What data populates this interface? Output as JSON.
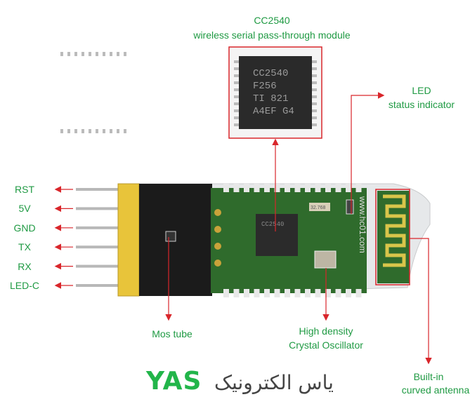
{
  "chip": {
    "title": "CC2540",
    "subtitle": "wireless serial pass-through module",
    "marking": [
      "CC2540",
      "F256",
      "TI 821",
      "A4EF G4"
    ]
  },
  "led": {
    "line1": "LED",
    "line2": "status indicator"
  },
  "pins": [
    "RST",
    "5V",
    "GND",
    "TX",
    "RX",
    "LED-C"
  ],
  "mos": {
    "label": "Mos tube"
  },
  "crystal": {
    "line1": "High density",
    "line2": "Crystal Oscillator",
    "marking": "32.768"
  },
  "antenna": {
    "line1": "Built-in",
    "line2": "curved antenna"
  },
  "board_url": "www.hc01.com",
  "logo": {
    "latin": "YAS",
    "persian": "یاس الکترونیک"
  },
  "colors": {
    "label": "#1f9a43",
    "callout": "#d9262b",
    "board": "#2f6b2c",
    "logo": "#22b54a"
  }
}
